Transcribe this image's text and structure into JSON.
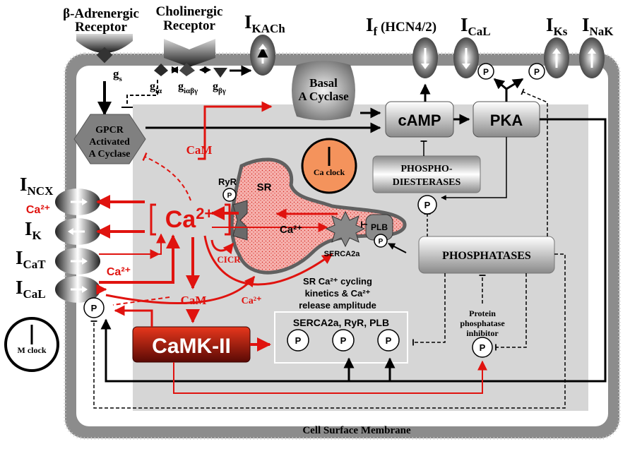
{
  "receptors": {
    "beta_line1": "β-Adrenergic",
    "beta_line2": "Receptor",
    "chol_line1": "Cholinergic",
    "chol_line2": "Receptor"
  },
  "g_proteins": {
    "gs_main": "g",
    "gs_sub": "s",
    "gia_main": "g",
    "gia_sub": "iα",
    "giabg_main": "g",
    "giabg_sub": "iαβγ",
    "gbg_main": "g",
    "gbg_sub": "βγ"
  },
  "currents": {
    "ikach_main": "I",
    "ikach_sub": "KACh",
    "if_main": "I",
    "if_sub": "f",
    "if_tail": " (HCN4/2)",
    "ical_top_main": "I",
    "ical_top_sub": "CaL",
    "iks_main": "I",
    "iks_sub": "Ks",
    "inak_main": "I",
    "inak_sub": "NaK",
    "incx_main": "I",
    "incx_sub": "NCX",
    "ik_main": "I",
    "ik_sub": "K",
    "icat_main": "I",
    "icat_sub": "CaT",
    "ical_left_main": "I",
    "ical_left_sub": "CaL"
  },
  "nodes": {
    "basal_line1": "Basal",
    "basal_line2": "A Cyclase",
    "gpcr_line1": "GPCR",
    "gpcr_line2": "Activated",
    "gpcr_line3": "A Cyclase",
    "camp": "cAMP",
    "pka": "PKA",
    "pde_line1": "PHOSPHO-",
    "pde_line2": "DIESTERASES",
    "phosphatases": "PHOSPHATASES",
    "ppi_line1": "Protein",
    "ppi_line2": "phosphatase",
    "ppi_line3": "inhibitor",
    "camkii": "CaMK-II",
    "targets": "SERCA2a, RyR, PLB",
    "membrane": "Cell Surface Membrane",
    "ca_clock": "Ca clock",
    "m_clock": "M clock",
    "sr": "SR",
    "ryr": "RyR",
    "plb": "PLB",
    "serca": "SERCA2a",
    "cicr": "CICR",
    "sr_cycle_line1": "SR Ca²⁺ cycling",
    "sr_cycle_line2": "kinetics & Ca²⁺",
    "sr_cycle_line3": "release amplitude"
  },
  "calcium": {
    "ca_big_main": "Ca",
    "ca_big_sup": "2+",
    "ca_sr": "Ca²⁺",
    "ca_ncx": "Ca²⁺",
    "ca_cal": "Ca²⁺",
    "ca_release": "Ca²⁺",
    "cam_top": "CaM",
    "cam_bottom": "CaM"
  },
  "phospho_label": "P",
  "colors": {
    "red": "#e0130f",
    "black": "#000000",
    "cell_gray": "#d6d6d6",
    "membrane_gray": "#8c8c8c",
    "sr_pink": "#f6b1ad",
    "ca_clock_orange": "#f4935c",
    "camkii_dark": "#7a0f08"
  }
}
